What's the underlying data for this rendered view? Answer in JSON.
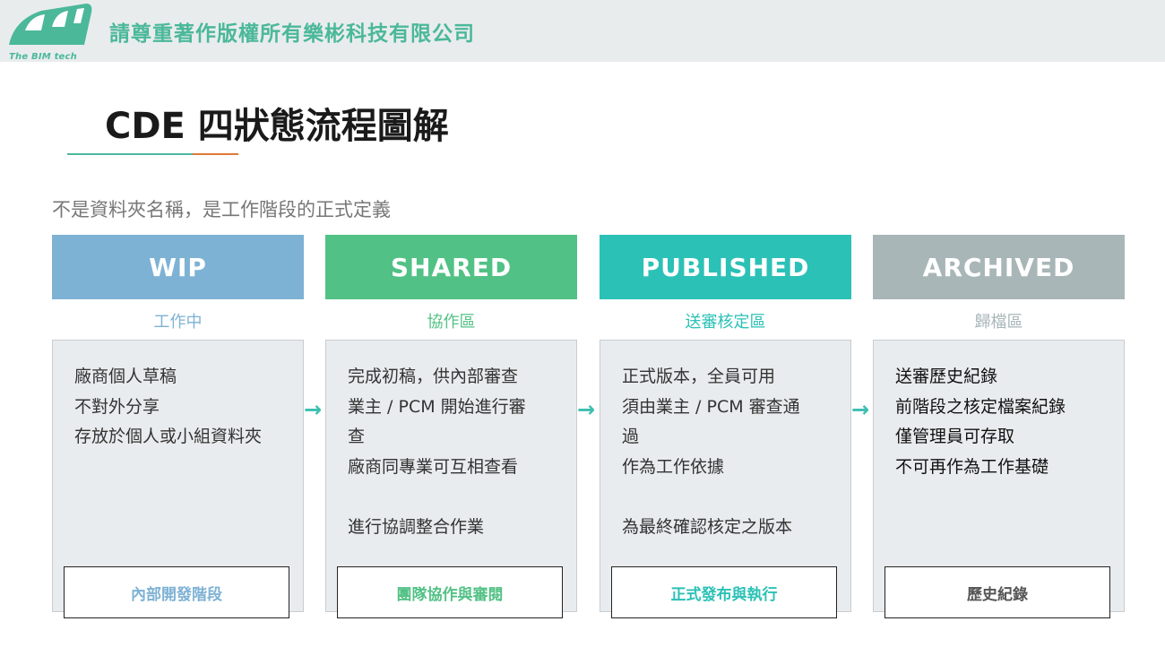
{
  "header": {
    "logo_text": "The BIM tech",
    "company": "請尊重著作版權所有樂彬科技有限公司"
  },
  "title": "CDE  四狀態流程圖解",
  "subtitle": "不是資料夾名稱，是工作階段的正式定義",
  "colors": {
    "brand": "#4bb89a",
    "wip": "#7eb2d4",
    "shared": "#52c185",
    "published": "#2cc1b6",
    "archived": "#a9b6b7",
    "arrow": "#3cbfb0"
  },
  "stages": [
    {
      "name": "WIP",
      "zone": "工作中",
      "lines": [
        "廠商個人草稿",
        "不對外分享",
        "存放於個人或小組資料夾"
      ],
      "footer": "內部開發階段"
    },
    {
      "name": "SHARED",
      "zone": "協作區",
      "lines": [
        "完成初稿，供內部審查",
        "業主 / PCM  開始進行審",
        "查",
        "廠商同專業可互相查看",
        "",
        "進行協調整合作業"
      ],
      "footer": "團隊協作與審閱"
    },
    {
      "name": "PUBLISHED",
      "zone": "送審核定區",
      "lines": [
        "正式版本，全員可用",
        "須由業主 / PCM  審查通",
        "過",
        "作為工作依據",
        "",
        "為最終確認核定之版本"
      ],
      "footer": "正式發布與執行"
    },
    {
      "name": "ARCHIVED",
      "zone": "歸檔區",
      "lines": [
        "送審歷史紀錄",
        "前階段之核定檔案紀錄",
        "僅管理員可存取",
        "不可再作為工作基礎"
      ],
      "footer": "歷史紀錄"
    }
  ],
  "arrows": [
    "→",
    "→",
    "→"
  ]
}
